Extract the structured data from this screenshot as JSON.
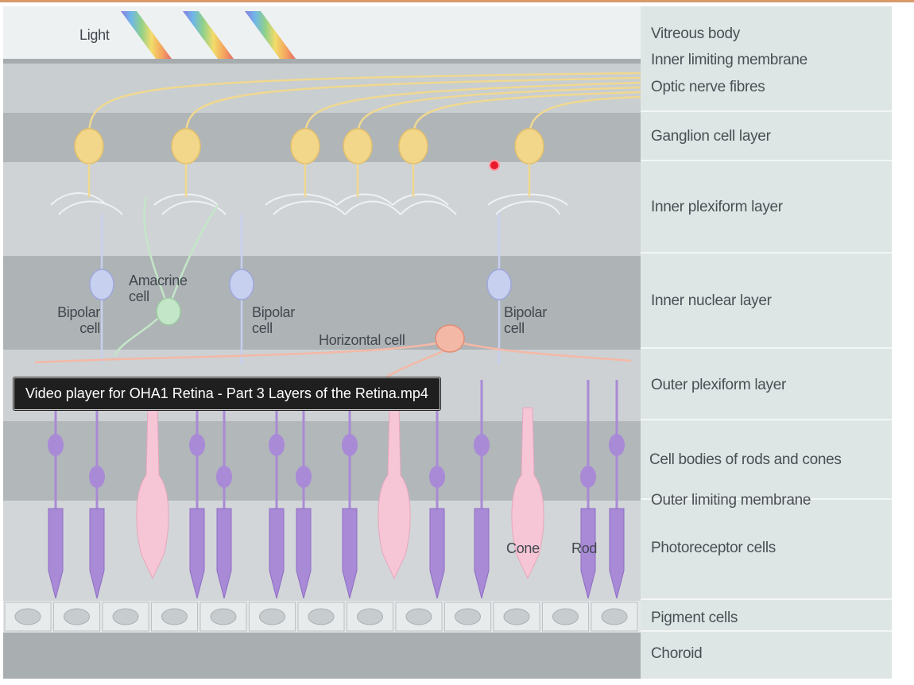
{
  "video_tooltip": "Video player for OHA1 Retina - Part 3 Layers of the Retina.mp4",
  "layers": [
    {
      "label": "Vitreous body"
    },
    {
      "label": "Inner limiting membrane"
    },
    {
      "label": "Optic nerve fibres"
    },
    {
      "label": "Ganglion cell layer"
    },
    {
      "label": "Inner plexiform layer"
    },
    {
      "label": "Inner nuclear layer"
    },
    {
      "label": "Outer plexiform layer"
    },
    {
      "label": "Cell bodies of rods and cones"
    },
    {
      "label": "Outer limiting membrane"
    },
    {
      "label": "Photoreceptor cells"
    },
    {
      "label": "Pigment cells"
    },
    {
      "label": "Choroid"
    }
  ],
  "cell_labels": {
    "light": "Light",
    "amacrine": "Amacrine cell",
    "bipolar_left": "Bipolar cell",
    "bipolar_mid": "Bipolar cell",
    "bipolar_right": "Bipolar cell",
    "horizontal": "Horizontal cell",
    "cone": "Cone",
    "rod": "Rod"
  },
  "colors": {
    "ganglion": "#f2d68a",
    "bipolar": "#c8d0f0",
    "amacrine": "#c4e6c8",
    "horizontal": "#f4b8a6",
    "cone": "#f6c6d6",
    "rod": "#a98ad6",
    "pointer": "#e8192c"
  }
}
